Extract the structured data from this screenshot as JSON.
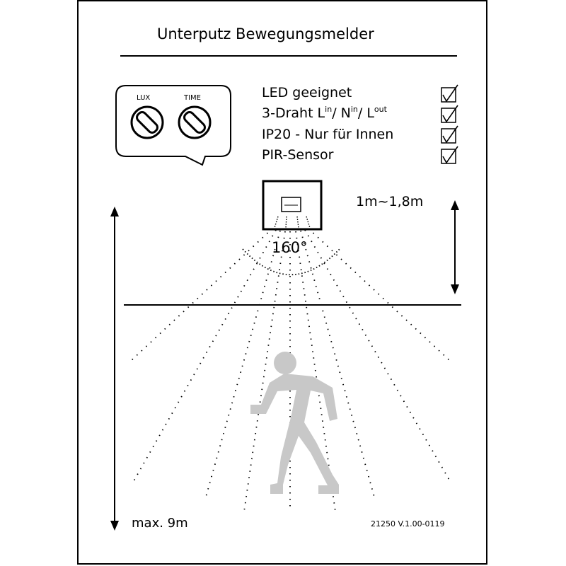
{
  "title": "Unterputz Bewegungsmelder",
  "features": [
    {
      "text": "LED geeignet",
      "checked": true
    },
    {
      "text": "3-Draht L",
      "sup1": "in",
      "mid1": "/ N",
      "sup2": "in",
      "mid2": "/ L",
      "sup3": "out",
      "checked": true
    },
    {
      "text": "IP20 - Nur für Innen",
      "checked": true
    },
    {
      "text": "PIR-Sensor",
      "checked": true
    }
  ],
  "controls": {
    "lux_label": "LUX",
    "time_label": "TIME"
  },
  "detection_angle": "160°",
  "mounting_height": "1m~1,8m",
  "max_range": "max. 9m",
  "version": "21250 V.1.00-0119",
  "colors": {
    "line": "#000000",
    "person": "#c8c8c8",
    "background": "#ffffff"
  },
  "icons": [
    "knob-icon",
    "checkbox-icon",
    "sensor-icon",
    "person-walking-icon",
    "double-arrow-icon"
  ]
}
